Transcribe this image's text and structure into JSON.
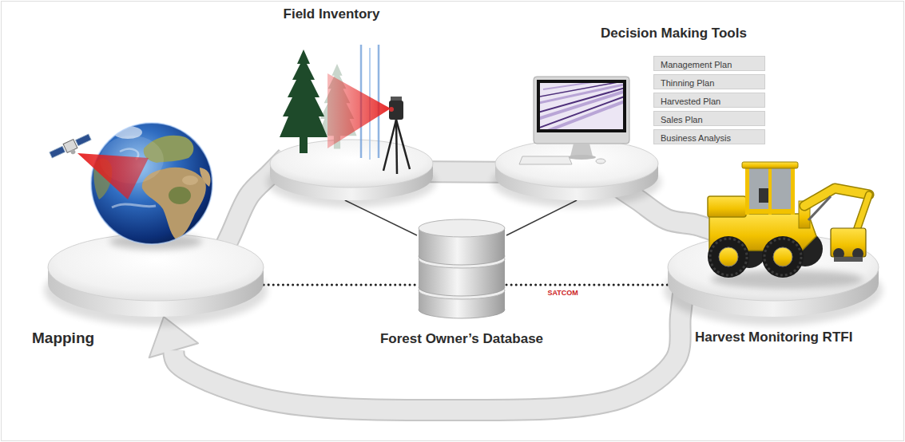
{
  "diagram": {
    "nodes": [
      {
        "text": [
          "Field Inventory"
        ]
      },
      {
        "text": [
          "Decision Making Tools"
        ]
      },
      {
        "text": [
          "Management Plan"
        ],
        "in": 1
      },
      {
        "text": [
          "Thinning Plan"
        ],
        "in": 1
      },
      {
        "text": [
          "Harvested Plan"
        ],
        "in": 1
      },
      {
        "text": [
          "Sales Plan"
        ],
        "in": 1
      },
      {
        "text": [
          "Business Analysis"
        ],
        "in": 1
      },
      {
        "text": [
          "Mapping"
        ]
      },
      {
        "text": [
          "Forest Owner’s Database"
        ]
      },
      {
        "text": [
          "Harvest Monitoring RTFI"
        ]
      }
    ],
    "edges": [
      {
        "from": 7,
        "to": 0,
        "arrow": "none"
      },
      {
        "from": 0,
        "to": 1,
        "arrow": "none"
      },
      {
        "from": 1,
        "to": 9,
        "arrow": "none"
      },
      {
        "from": 9,
        "to": 7,
        "arrow": "to"
      },
      {
        "from": 0,
        "to": 8,
        "arrow": "none"
      },
      {
        "from": 1,
        "to": 8,
        "arrow": "none"
      },
      {
        "from": 7,
        "to": 8,
        "arrow": "none"
      },
      {
        "from": 8,
        "to": 9,
        "label": "SATCOM",
        "arrow": "none"
      }
    ]
  }
}
